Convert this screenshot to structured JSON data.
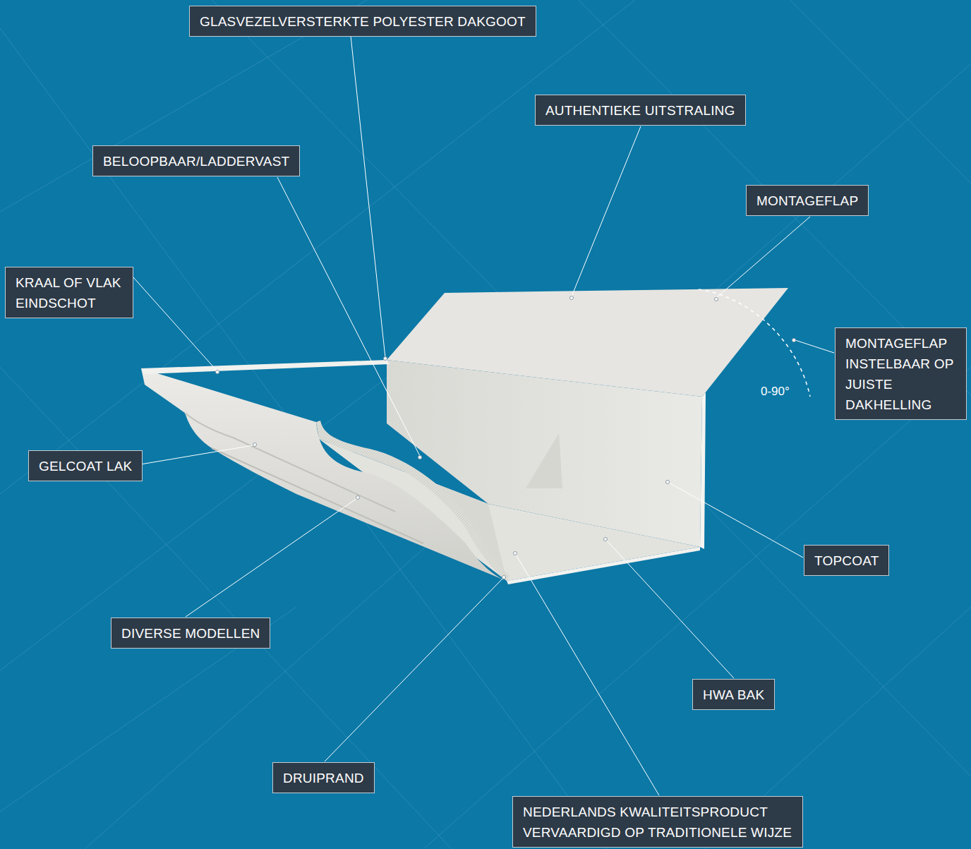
{
  "diagram": {
    "nodes": [
      {
        "text": [
          "GLASVEZELVERSTERKTE POLYESTER DAKGOOT"
        ]
      },
      {
        "text": [
          "AUTHENTIEKE UITSTRALING"
        ]
      },
      {
        "text": [
          "BELOOPBAAR/LADDERVAST"
        ]
      },
      {
        "text": [
          "MONTAGEFLAP"
        ]
      },
      {
        "text": [
          "KRAAL OF VLAK EINDSCHOT"
        ]
      },
      {
        "text": [
          "MONTAGEFLAP INSTELBAAR OP JUISTE DAKHELLING"
        ]
      },
      {
        "text": [
          "GELCOAT LAK"
        ]
      },
      {
        "text": [
          "TOPCOAT"
        ]
      },
      {
        "text": [
          "DIVERSE MODELLEN"
        ]
      },
      {
        "text": [
          "HWA BAK"
        ]
      },
      {
        "text": [
          "DRUIPRAND"
        ]
      },
      {
        "text": [
          "NEDERLANDS KWALITEITSPRODUCT VERVAARDIGD OP TRADITIONELE WIJZE"
        ]
      }
    ],
    "labels": [
      "0-90°"
    ]
  }
}
